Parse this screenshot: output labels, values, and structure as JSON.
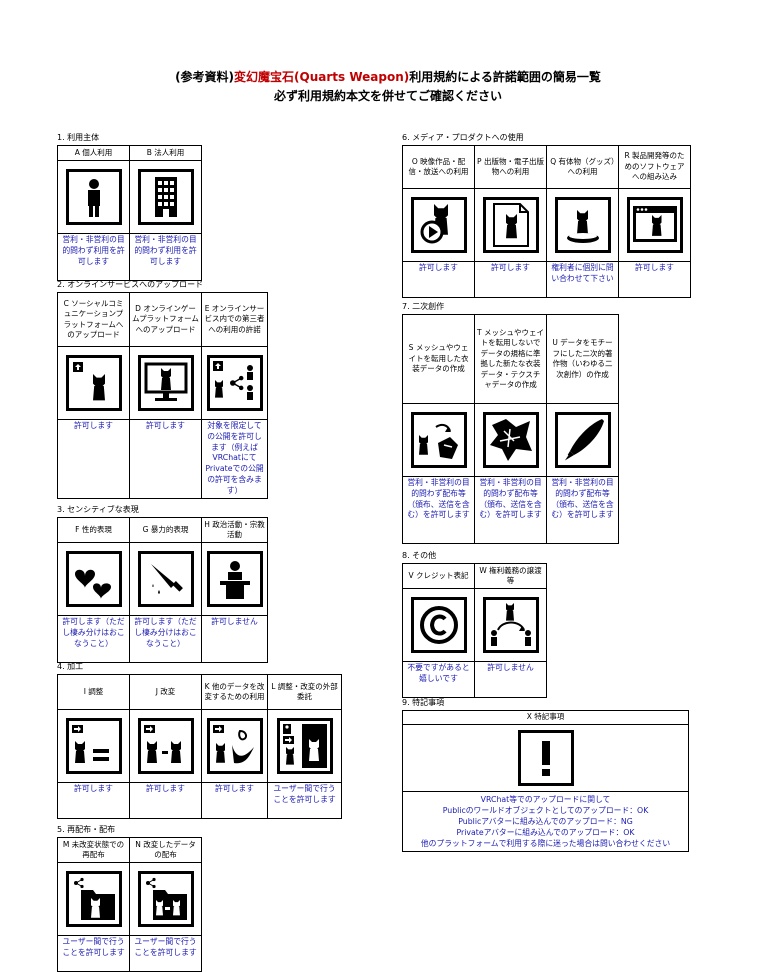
{
  "header": {
    "line1_prefix": "(参考資料)",
    "line1_red": "変幻魔宝石(Quarts Weapon)",
    "line1_suffix": "利用規約による許諾範囲の簡易一覧",
    "line2": "必ず利用規約本文を併せてご確認ください"
  },
  "sections": {
    "s1": {
      "title": "1. 利用主体",
      "cells": [
        {
          "head": "A 個人利用",
          "icon": "person-icon",
          "result": "営利・非営利の目的問わず利用を許可します"
        },
        {
          "head": "B 法人利用",
          "icon": "building-icon",
          "result": "営利・非営利の目的問わず利用を許可します"
        }
      ]
    },
    "s2": {
      "title": "2. オンラインサービスへのアップロード",
      "cells": [
        {
          "head": "C ソーシャルコミュニケーションプラットフォームへのアップロード",
          "icon": "upload-avatar-icon",
          "result": "許可します"
        },
        {
          "head": "D オンラインゲームプラットフォームへのアップロード",
          "icon": "monitor-avatar-icon",
          "result": "許可します"
        },
        {
          "head": "E オンラインサービス内での第三者への利用の許諾",
          "icon": "share-users-icon",
          "result": "対象を限定しての公開を許可します（例えばVRChatにてPrivateでの公開の許可を含みます）"
        }
      ]
    },
    "s3": {
      "title": "3. センシティブな表現",
      "cells": [
        {
          "head": "F 性的表現",
          "icon": "hearts-icon",
          "result": "許可します（ただし棲み分けはおこなうこと）"
        },
        {
          "head": "G 暴力的表現",
          "icon": "bloody-knife-icon",
          "result": "許可します（ただし棲み分けはおこなうこと）"
        },
        {
          "head": "H 政治活動・宗教活動",
          "icon": "podium-speaker-icon",
          "result": "許可しません"
        }
      ]
    },
    "s4": {
      "title": "4. 加工",
      "cells": [
        {
          "head": "I 調整",
          "icon": "adjust-icon",
          "result": "許可します"
        },
        {
          "head": "J 改変",
          "icon": "modify-icon",
          "result": "許可します"
        },
        {
          "head": "K 他のデータを改変するための利用",
          "icon": "transform-data-icon",
          "result": "許可します"
        },
        {
          "head": "L 調整・改変の外部委託",
          "icon": "outsource-icon",
          "result": "ユーザー間で行うことを許可します"
        }
      ]
    },
    "s5": {
      "title": "5. 再配布・配布",
      "cells": [
        {
          "head": "M 未改変状態での再配布",
          "icon": "share-folder-icon",
          "result": "ユーザー間で行うことを許可します"
        },
        {
          "head": "N 改変したデータの配布",
          "icon": "share-modified-folder-icon",
          "result": "ユーザー間で行うことを許可します"
        }
      ]
    },
    "s6": {
      "title": "6. メディア・プロダクトへの使用",
      "cells": [
        {
          "head": "O 映像作品・配信・放送への利用",
          "icon": "video-play-icon",
          "result": "許可します"
        },
        {
          "head": "P 出版物・電子出版物への利用",
          "icon": "document-icon",
          "result": "許可します"
        },
        {
          "head": "Q 有体物（グッズ）への利用",
          "icon": "figure-stand-icon",
          "result": "権利者に個別に問い合わせて下さい"
        },
        {
          "head": "R 製品開発等のためのソフトウェアへの組み込み",
          "icon": "software-window-icon",
          "result": "許可します"
        }
      ]
    },
    "s7": {
      "title": "7. 二次創作",
      "cells": [
        {
          "head": "S メッシュやウェイトを転用した衣装データの作成",
          "icon": "avatar-clothes-icon",
          "result": "営利・非営利の目的問わず配布等（頒布、送信を含む）を許可します"
        },
        {
          "head": "T メッシュやウェイトを転用しないでデータの規格に準拠した新たな衣装データ・テクスチャデータの作成",
          "icon": "clothes-texture-icon",
          "result": "営利・非営利の目的問わず配布等（頒布、送信を含む）を許可します"
        },
        {
          "head": "U データをモチーフにした二次的著作物（いわゆる二次創作）の作成",
          "icon": "pen-nib-icon",
          "result": "営利・非営利の目的問わず配布等（頒布、送信を含む）を許可します"
        }
      ]
    },
    "s8": {
      "title": "8. その他",
      "cells": [
        {
          "head": "V クレジット表記",
          "icon": "copyright-icon",
          "result": "不要ですがあると嬉しいです"
        },
        {
          "head": "W 権利義務の譲渡等",
          "icon": "transfer-icon",
          "result": "許可しません"
        }
      ]
    },
    "s9": {
      "title": "9. 特記事項",
      "head": "X 特記事項",
      "icon": "exclamation-icon",
      "notes": [
        "VRChat等でのアップロードに関して",
        "Publicのワールドオブジェクトとしてのアップロード：OK",
        "Publicアバターに組み込んでのアップロード：NG",
        "Privateアバターに組み込んでのアップロード：OK",
        "他のプラットフォームで利用する際に迷った場合は問い合わせください"
      ]
    }
  }
}
